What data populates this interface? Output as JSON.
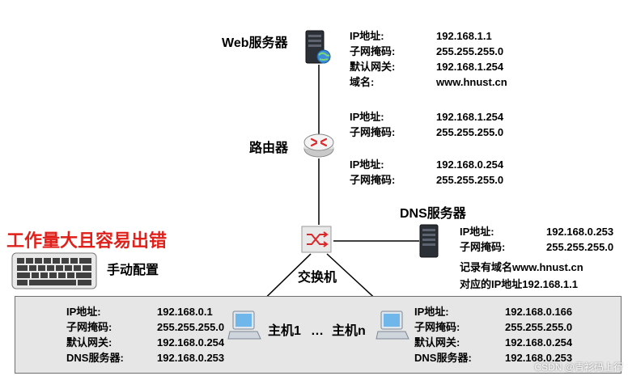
{
  "web_server": {
    "title": "Web服务器",
    "rows": [
      {
        "k": "IP地址:",
        "v": "192.168.1.1"
      },
      {
        "k": "子网掩码:",
        "v": "255.255.255.0"
      },
      {
        "k": "默认网关:",
        "v": "192.168.1.254"
      },
      {
        "k": "域名:",
        "v": "www.hnust.cn"
      }
    ]
  },
  "router": {
    "title": "路由器",
    "iface1": [
      {
        "k": "IP地址:",
        "v": "192.168.1.254"
      },
      {
        "k": "子网掩码:",
        "v": "255.255.255.0"
      }
    ],
    "iface2": [
      {
        "k": "IP地址:",
        "v": "192.168.0.254"
      },
      {
        "k": "子网掩码:",
        "v": "255.255.255.0"
      }
    ]
  },
  "dns_server": {
    "title": "DNS服务器",
    "rows": [
      {
        "k": "IP地址:",
        "v": "192.168.0.253"
      },
      {
        "k": "子网掩码:",
        "v": "255.255.255.0"
      }
    ],
    "record_line1": "记录有域名www.hnust.cn",
    "record_line2": "对应的IP地址192.168.1.1"
  },
  "switch": {
    "title": "交换机"
  },
  "warning": {
    "text": "工作量大且容易出错",
    "color": "#e0201a"
  },
  "manual": {
    "text": "手动配置"
  },
  "hosts": {
    "host1_label": "主机1",
    "ellipsis": "…",
    "hostn_label": "主机n",
    "host1": [
      {
        "k": "IP地址:",
        "v": "192.168.0.1"
      },
      {
        "k": "子网掩码:",
        "v": "255.255.255.0"
      },
      {
        "k": "默认网关:",
        "v": "192.168.0.254"
      },
      {
        "k": "DNS服务器:",
        "v": "192.168.0.253"
      }
    ],
    "hostn": [
      {
        "k": "IP地址:",
        "v": "192.168.0.166"
      },
      {
        "k": "子网掩码:",
        "v": "255.255.255.0"
      },
      {
        "k": "默认网关:",
        "v": "192.168.0.254"
      },
      {
        "k": "DNS服务器:",
        "v": "192.168.0.253"
      }
    ]
  },
  "watermark": "CSDN @青衫码上行"
}
